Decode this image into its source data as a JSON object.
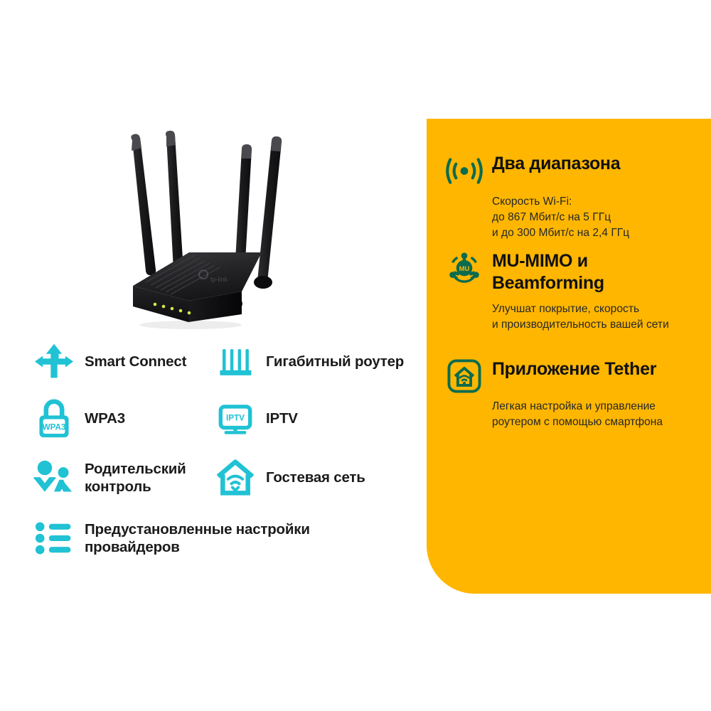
{
  "colors": {
    "background": "#ffffff",
    "panel_yellow": "#ffb600",
    "icon_cyan": "#20c2d4",
    "icon_green": "#0b6b4f",
    "text_dark": "#1b1b1b",
    "body_text": "#25282b"
  },
  "product": {
    "name": "router-product-image",
    "brand_mark": "tp-link",
    "antenna_count": 4,
    "led_count": 5
  },
  "features": {
    "items": [
      {
        "icon": "three-way-arrow-icon",
        "label": "Smart Connect"
      },
      {
        "icon": "router-antennas-icon",
        "label": "Гигабитный роутер"
      },
      {
        "icon": "lock-wpa3-icon",
        "icon_text": "WPA3",
        "label": "WPA3"
      },
      {
        "icon": "tv-iptv-icon",
        "icon_text": "IPTV",
        "label": "IPTV"
      },
      {
        "icon": "parent-child-icon",
        "label": "Родительский\nконтроль"
      },
      {
        "icon": "house-wifi-icon",
        "label": "Гостевая сеть"
      },
      {
        "icon": "bullet-list-icon",
        "label": "Предустановленные настройки\nпровайдеров"
      }
    ]
  },
  "panel": {
    "blocks": [
      {
        "icon": "wifi-waves-icon",
        "title": "Два диапазона",
        "description": "Скорость Wi-Fi:\nдо 867 Мбит/с на 5 ГГц\nи до 300 Мбит/с на 2,4 ГГц"
      },
      {
        "icon": "mu-mimo-icon",
        "icon_text": "MU",
        "title": "MU-MIMO и\nBeamforming",
        "description": "Улучшат покрытие, скорость\nи производительность вашей сети"
      },
      {
        "icon": "tether-home-app-icon",
        "title": "Приложение Tether",
        "description": "Легкая настройка и управление\nроутером с помощью смартфона"
      }
    ]
  }
}
